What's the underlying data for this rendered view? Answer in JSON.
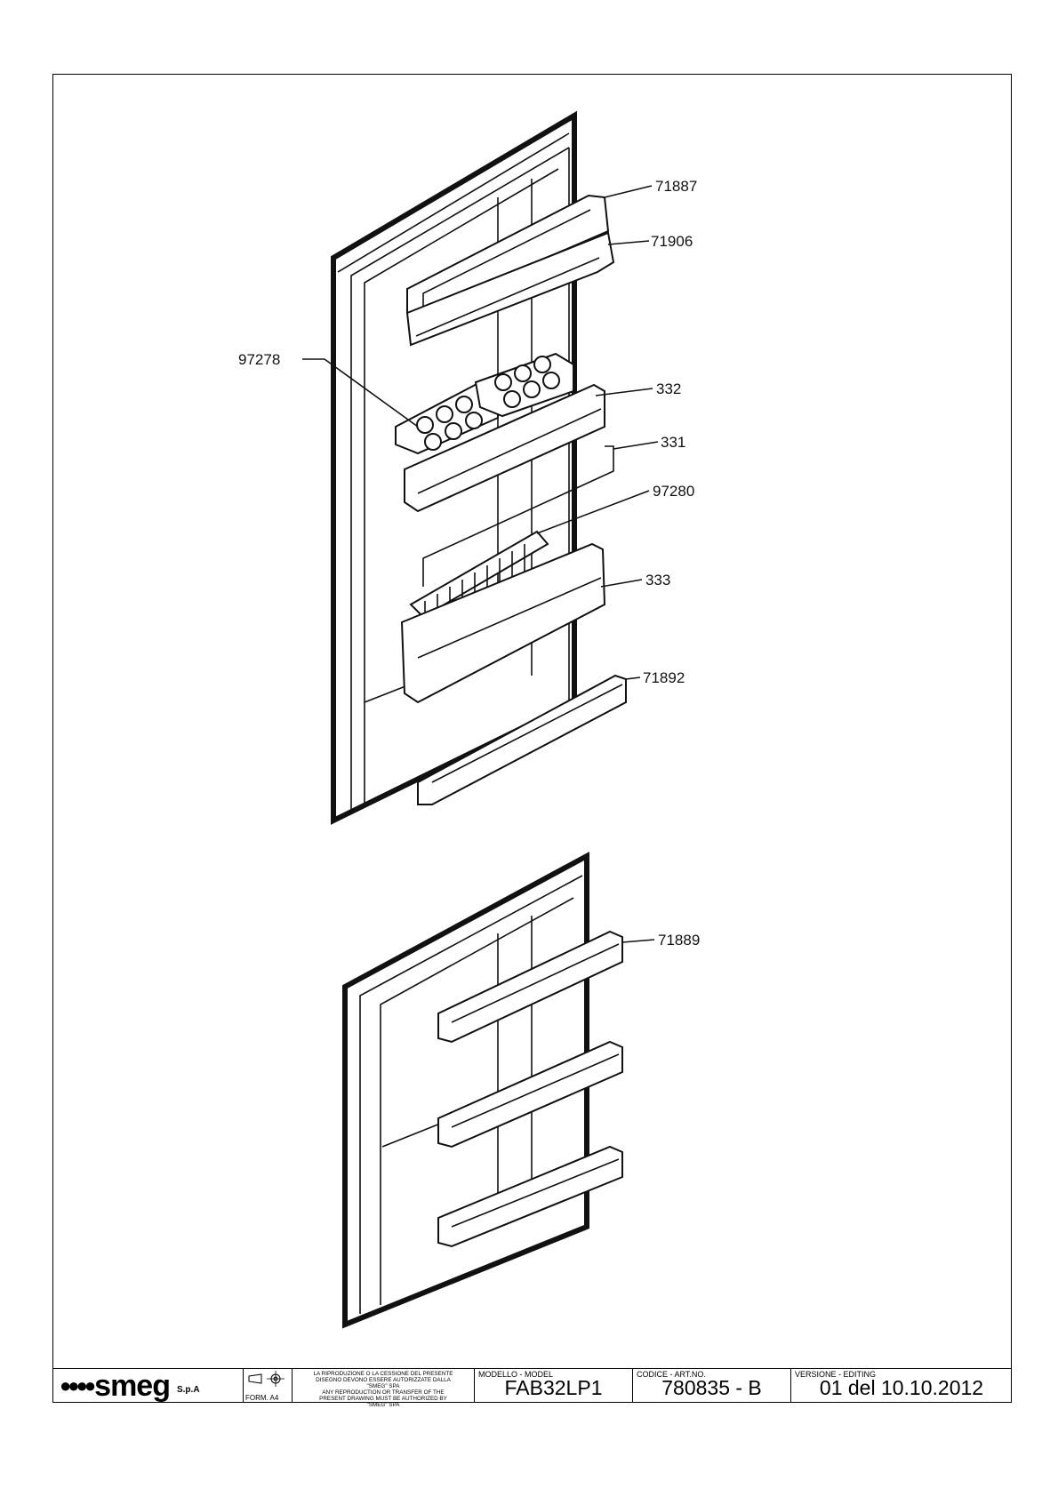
{
  "callouts": {
    "p71887": "71887",
    "p71906": "71906",
    "p97278": "97278",
    "p332": "332",
    "p331": "331",
    "p97280": "97280",
    "p333": "333",
    "p71892": "71892",
    "p71889": "71889"
  },
  "title_block": {
    "brand": "smeg",
    "brand_suffix": "S.p.A",
    "format_label": "FORM. A4",
    "notice": [
      "LA RIPRODUZIONE O LA CESSIONE DEL PRESENTE",
      "DISEGNO DEVONO ESSERE AUTORIZZATE DALLA",
      "\"SMEG\" SPA",
      "ANY REPRODUCTION OR TRANSFER OF THE",
      "PRESENT DRAWING MUST BE AUTHORIZED BY",
      "\"SMEG\" SPA"
    ],
    "model_caption": "MODELLO - MODEL",
    "model_value": "FAB32LP1",
    "code_caption": "CODICE - ART.NO.",
    "code_value": "780835 - B",
    "version_caption": "VERSIONE - EDITING",
    "version_value": "01 del 10.10.2012"
  }
}
